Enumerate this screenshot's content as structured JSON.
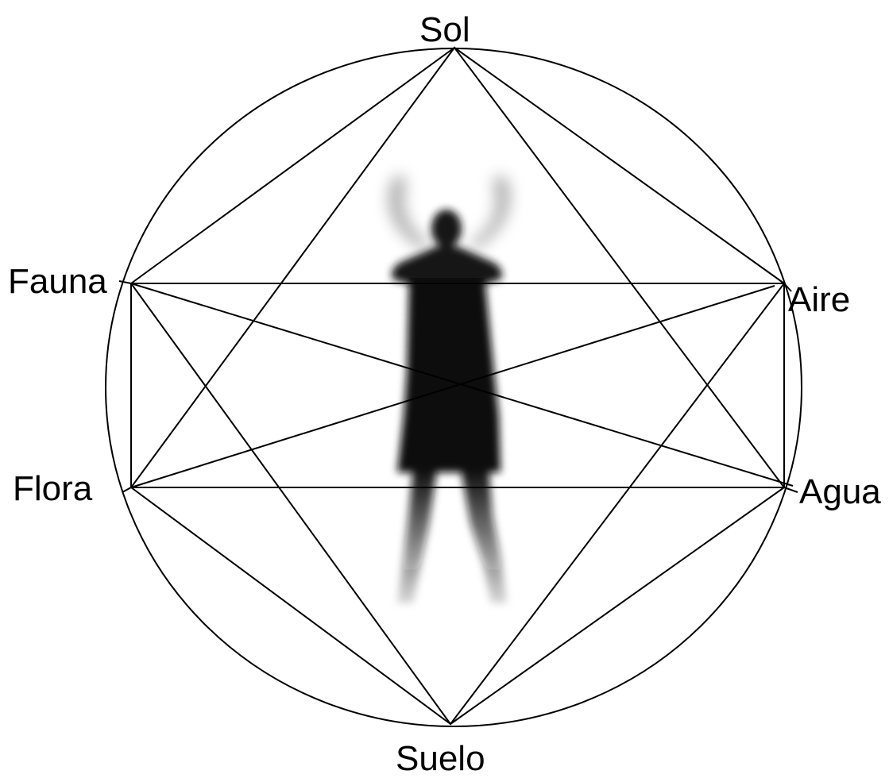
{
  "nodes": {
    "sol": "Sol",
    "aire": "Aire",
    "agua": "Agua",
    "suelo": "Suelo",
    "flora": "Flora",
    "fauna": "Fauna"
  },
  "colors": {
    "line": "#000000",
    "figure": "#111111",
    "background": "#ffffff"
  }
}
